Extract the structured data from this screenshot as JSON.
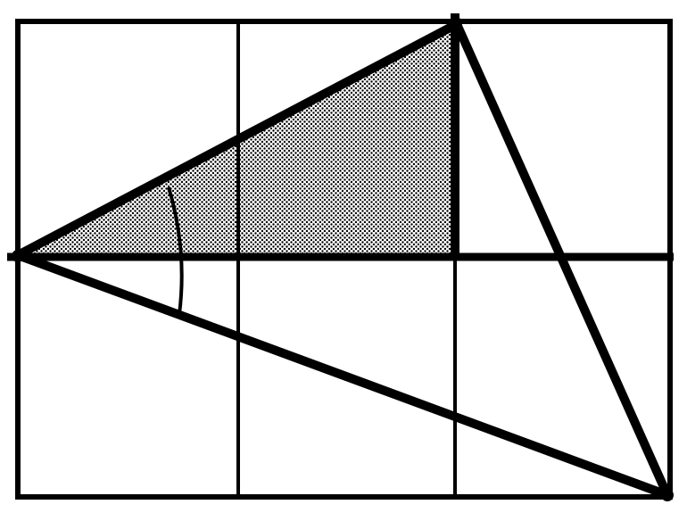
{
  "figure": {
    "grid": {
      "columns": 3,
      "rows": 2
    },
    "shading": "dotted",
    "colors": {
      "stroke": "#000000",
      "background": "#ffffff",
      "dots": "#000000"
    },
    "angle_marked": true
  }
}
